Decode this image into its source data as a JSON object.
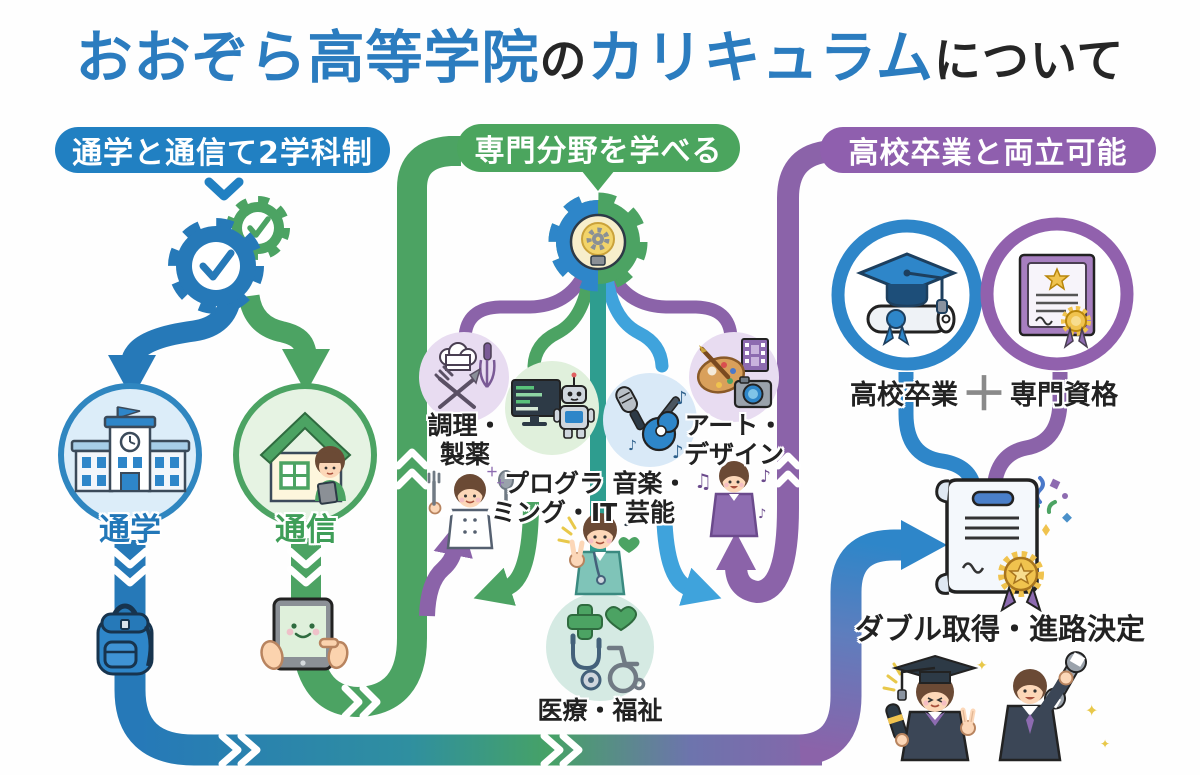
{
  "title": {
    "segments": [
      {
        "text": "おおぞら高等学院",
        "color": "#2b7cbf"
      },
      {
        "text": "の",
        "color": "#262626"
      },
      {
        "text": "カリキュラム",
        "color": "#2b7cbf"
      },
      {
        "text": "について",
        "color": "#262626"
      }
    ]
  },
  "badges": {
    "departments": {
      "label": "通学と通信て2学科制",
      "color": "#2180c2"
    },
    "fields": {
      "label": "専門分野を学べる",
      "color": "#4ba55e"
    },
    "graduation": {
      "label": "高校卒業と両立可能",
      "color": "#8f5fae"
    }
  },
  "flow_labels": {
    "commute": "通学",
    "correspondence": "通信"
  },
  "fields": {
    "cooking": {
      "line1": "調理・",
      "line2": "製薬"
    },
    "programming": {
      "line1": "プログラ",
      "line2": "ミング・IT"
    },
    "music": {
      "line1": "音楽・",
      "line2": "芸能"
    },
    "art": {
      "line1": "アート・",
      "line2": "デザイン"
    },
    "medical": {
      "label": "医療・福祉"
    }
  },
  "graduation": {
    "hs_label": "高校卒業",
    "plus": "＋",
    "cert_label": "専門資格",
    "outcome_label": "ダブル取得・進路決定"
  },
  "glyphs": {
    "note": "♪",
    "beamed_note": "♫",
    "sparkle": "✦"
  },
  "icons": {
    "gears_check": "two gears with checkmarks",
    "school_building": "school building in blue circle",
    "home_study": "house with student and tablet in green circle",
    "backpack": "blue school backpack",
    "tablet_hands": "hands holding smiling tablet",
    "gear_lightbulb": "gear with lightbulb",
    "cooking": "chef hat, whisk, knife and fork",
    "programming": "monitor with code and robot",
    "music": "microphone, guitar and notes",
    "art_design": "palette, film and camera",
    "medical_welfare": "cross, heart, stethoscope, wheelchair",
    "hs_diploma": "graduation cap and diploma in blue ring",
    "certificate": "certificate with star and medal in purple ring",
    "double_diploma": "diploma scroll with medal and confetti",
    "graduates": "graduate girl and young man with wrench",
    "chef_student": "student with fork and spoon",
    "medic_student": "student in scrubs with peace sign",
    "music_student": "student in purple shirt with notes"
  },
  "colors": {
    "title_blue": "#2b7cbf",
    "badge_blue": "#2180c2",
    "badge_green": "#4ba55e",
    "badge_purple": "#8f5fae",
    "path_blue": "#2679b8",
    "path_light_blue": "#3fa3dc",
    "path_green": "#4ca363",
    "path_teal": "#2e9d8f",
    "path_purple": "#8b63a9",
    "gold": "#f0c34e",
    "text_dark": "#262626"
  }
}
